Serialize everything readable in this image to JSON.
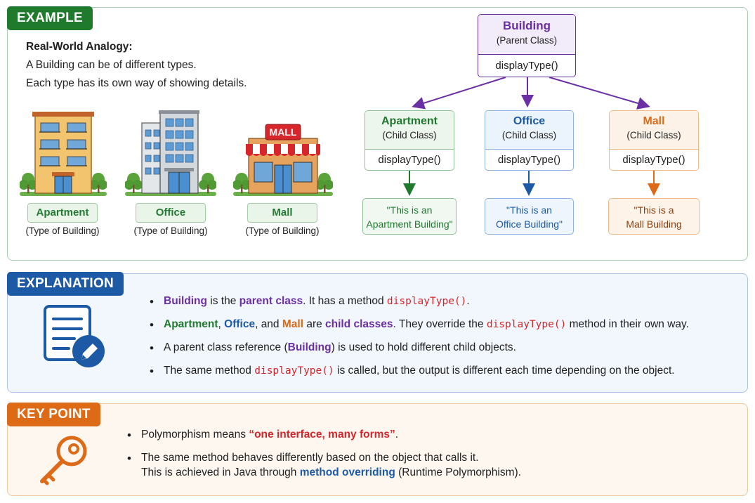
{
  "example": {
    "tag": "EXAMPLE",
    "analogy_title": "Real-World Analogy:",
    "analogy_line1": "A Building can be of different types.",
    "analogy_line2": "Each type has its own way of showing details.",
    "buildings": [
      {
        "label": "Apartment",
        "sub": "(Type of Building)"
      },
      {
        "label": "Office",
        "sub": "(Type of Building)"
      },
      {
        "label": "Mall",
        "sub": "(Type of Building)",
        "sign": "MALL"
      }
    ],
    "parent": {
      "name": "Building",
      "kind": "(Parent Class)",
      "method": "displayType()"
    },
    "children": [
      {
        "name": "Apartment",
        "kind": "(Child Class)",
        "method": "displayType()",
        "out1": "\"This is an",
        "out2": "Apartment Building\""
      },
      {
        "name": "Office",
        "kind": "(Child Class)",
        "method": "displayType()",
        "out1": "\"This is an",
        "out2": "Office Building\""
      },
      {
        "name": "Mall",
        "kind": "(Child Class)",
        "method": "displayType()",
        "out1": "\"This is a",
        "out2": "Mall Building"
      }
    ]
  },
  "explanation": {
    "tag": "EXPLANATION",
    "b1": {
      "building": "Building",
      "t1": " is the ",
      "parent_class": "parent class",
      "t2": ". It has a method ",
      "method": "displayType()",
      "t3": "."
    },
    "b2": {
      "apartment": "Apartment",
      "c1": ", ",
      "office": "Office",
      "c2": ", and ",
      "mall": "Mall",
      "t1": " are ",
      "child_classes": "child classes",
      "t2": ". They override the ",
      "method": "displayType()",
      "t3": " method in their own way."
    },
    "b3": {
      "t1": "A parent class reference (",
      "building": "Building",
      "t2": ") is used to hold different child objects."
    },
    "b4": {
      "t1": "The same method ",
      "method": "displayType()",
      "t2": " is called, but the output is different each time depending on the object."
    }
  },
  "key_point": {
    "tag": "KEY POINT",
    "b1": {
      "t1": "Polymorphism means ",
      "quote": "“one interface, many forms”",
      "t2": "."
    },
    "b2": {
      "line1": "The same method behaves differently based on the object that calls it.",
      "t1": "This is achieved in Java through ",
      "overriding": "method overriding",
      "t2": " (Runtime Polymorphism)."
    }
  },
  "colors": {
    "green": "#1f7a2e",
    "blue": "#1d5aa6",
    "orange": "#dd6a17",
    "purple": "#6b2fa5",
    "red": "#d3262b"
  },
  "icons": [
    "apartment-building-icon",
    "office-building-icon",
    "mall-building-icon",
    "document-edit-icon",
    "key-icon"
  ]
}
